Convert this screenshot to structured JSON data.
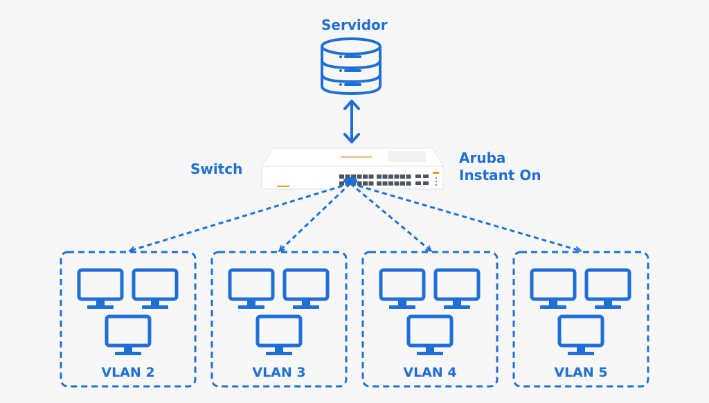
{
  "diagram": {
    "colors": {
      "accent": "#1f6fd6",
      "background": "#f7f7f7",
      "switch_body": "#ffffff",
      "switch_ports": "#4a5560",
      "switch_brand": "#f39a1f"
    },
    "server": {
      "label": "Servidor",
      "icon": "database-server-icon"
    },
    "switch": {
      "label": "Switch",
      "model_label_line1": "Aruba",
      "model_label_line2": "Instant On",
      "ports": 24,
      "uplink_ports": 4
    },
    "link_server_switch": {
      "type": "bidirectional-arrow"
    },
    "vlans": [
      {
        "label": "VLAN 2",
        "computers": 3
      },
      {
        "label": "VLAN 3",
        "computers": 3
      },
      {
        "label": "VLAN 4",
        "computers": 3
      },
      {
        "label": "VLAN 5",
        "computers": 3
      }
    ]
  }
}
